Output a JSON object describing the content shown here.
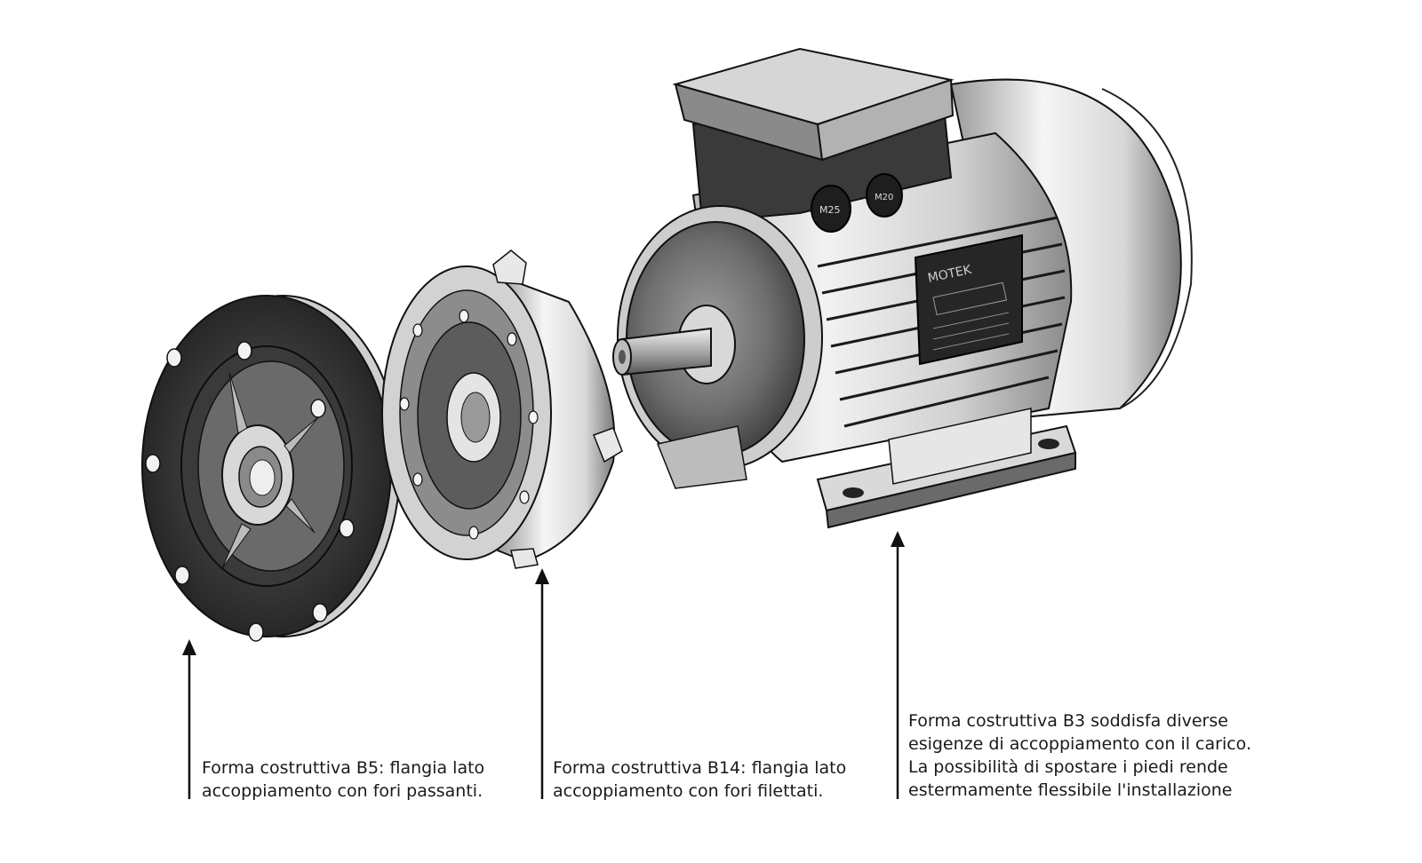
{
  "captions": {
    "b5": {
      "line1": "Forma costruttiva B5: flangia lato",
      "line2": "accoppiamento con fori passanti."
    },
    "b14": {
      "line1": "Forma costruttiva B14: flangia lato",
      "line2": "accoppiamento con fori filettati."
    },
    "b3": {
      "line1": "Forma costruttiva B3 soddisfa diverse",
      "line2": "esigenze di accoppiamento con il carico.",
      "line3": "La possibilità di spostare i piedi rende",
      "line4": "estermamente flessibile l'installazione"
    }
  },
  "motor": {
    "brand_plate": "MOTEK",
    "gland_left": "M25",
    "gland_right": "M20"
  },
  "colors": {
    "ink": "#1a1a1a",
    "metal_light": "#e9e9e9",
    "metal_dark": "#2b2b2b",
    "background": "#ffffff"
  }
}
